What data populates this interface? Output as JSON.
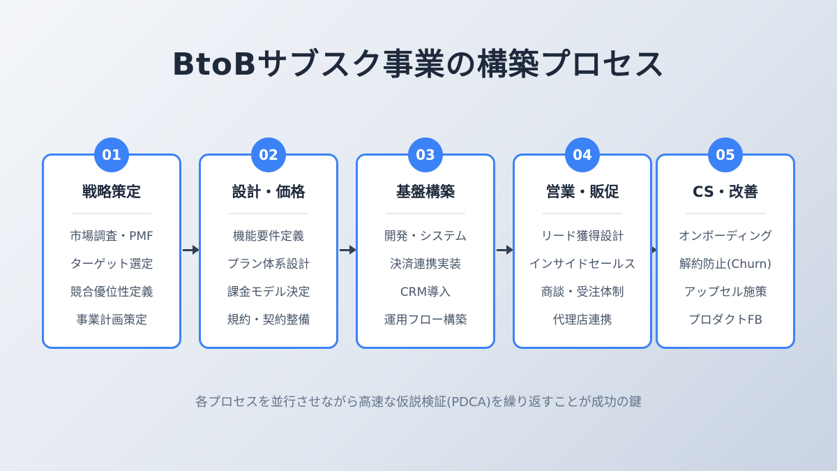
{
  "title": "BtoBサブスク事業の構築プロセス",
  "steps": [
    {
      "num": "01",
      "title": "戦略策定",
      "items": [
        "市場調査・PMF",
        "ターゲット選定",
        "競合優位性定義",
        "事業計画策定"
      ]
    },
    {
      "num": "02",
      "title": "設計・価格",
      "items": [
        "機能要件定義",
        "プラン体系設計",
        "課金モデル決定",
        "規約・契約整備"
      ]
    },
    {
      "num": "03",
      "title": "基盤構築",
      "items": [
        "開発・システム",
        "決済連携実装",
        "CRM導入",
        "運用フロー構築"
      ]
    },
    {
      "num": "04",
      "title": "営業・販促",
      "items": [
        "リード獲得設計",
        "インサイドセールス",
        "商談・受注体制",
        "代理店連携"
      ]
    },
    {
      "num": "05",
      "title": "CS・改善",
      "items": [
        "オンボーディング",
        "解約防止(Churn)",
        "アップセル施策",
        "プロダクトFB"
      ]
    }
  ],
  "footer": "各プロセスを並行させながら高速な仮説検証(PDCA)を繰り返すことが成功の鍵",
  "colors": {
    "accent": "#3b82f6",
    "text": "#1e293b"
  }
}
